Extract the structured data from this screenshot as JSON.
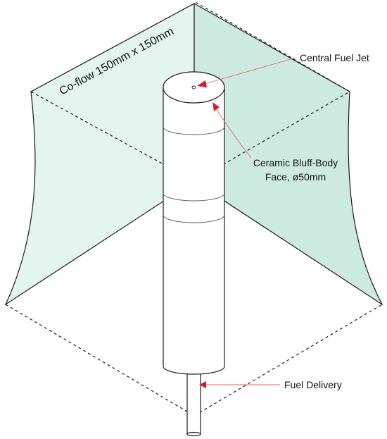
{
  "diagram": {
    "labels": {
      "coflow": "Co-flow 150mm x 150mm",
      "central_fuel_jet": "Central Fuel Jet",
      "bluff_body_line1": "Ceramic Bluff-Body",
      "bluff_body_line2": "Face, ø50mm",
      "fuel_delivery": "Fuel Delivery"
    },
    "colors": {
      "panel_left": "#e4f4ee",
      "panel_right": "#cdeae0",
      "stroke": "#1a1a1a",
      "leader": "#e06a6a",
      "arrowhead": "#d81b2a"
    }
  }
}
